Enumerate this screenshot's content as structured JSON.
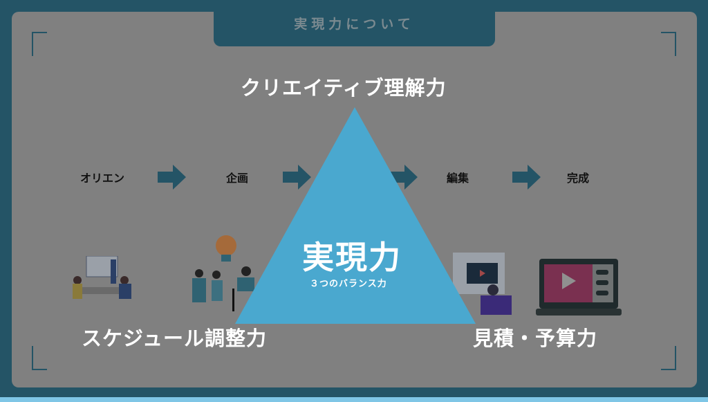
{
  "header": {
    "title": "実現力について"
  },
  "flow": {
    "steps": [
      "オリエン",
      "企画",
      "編集",
      "完成"
    ]
  },
  "triangle": {
    "top": "クリエイティブ理解力",
    "left": "スケジュール調整力",
    "right": "見積・予算力",
    "center_title": "実現力",
    "center_sub": "３つのバランス力"
  },
  "colors": {
    "frame": "#245466",
    "panel": "#808080",
    "triangle": "#4aa8cf"
  }
}
